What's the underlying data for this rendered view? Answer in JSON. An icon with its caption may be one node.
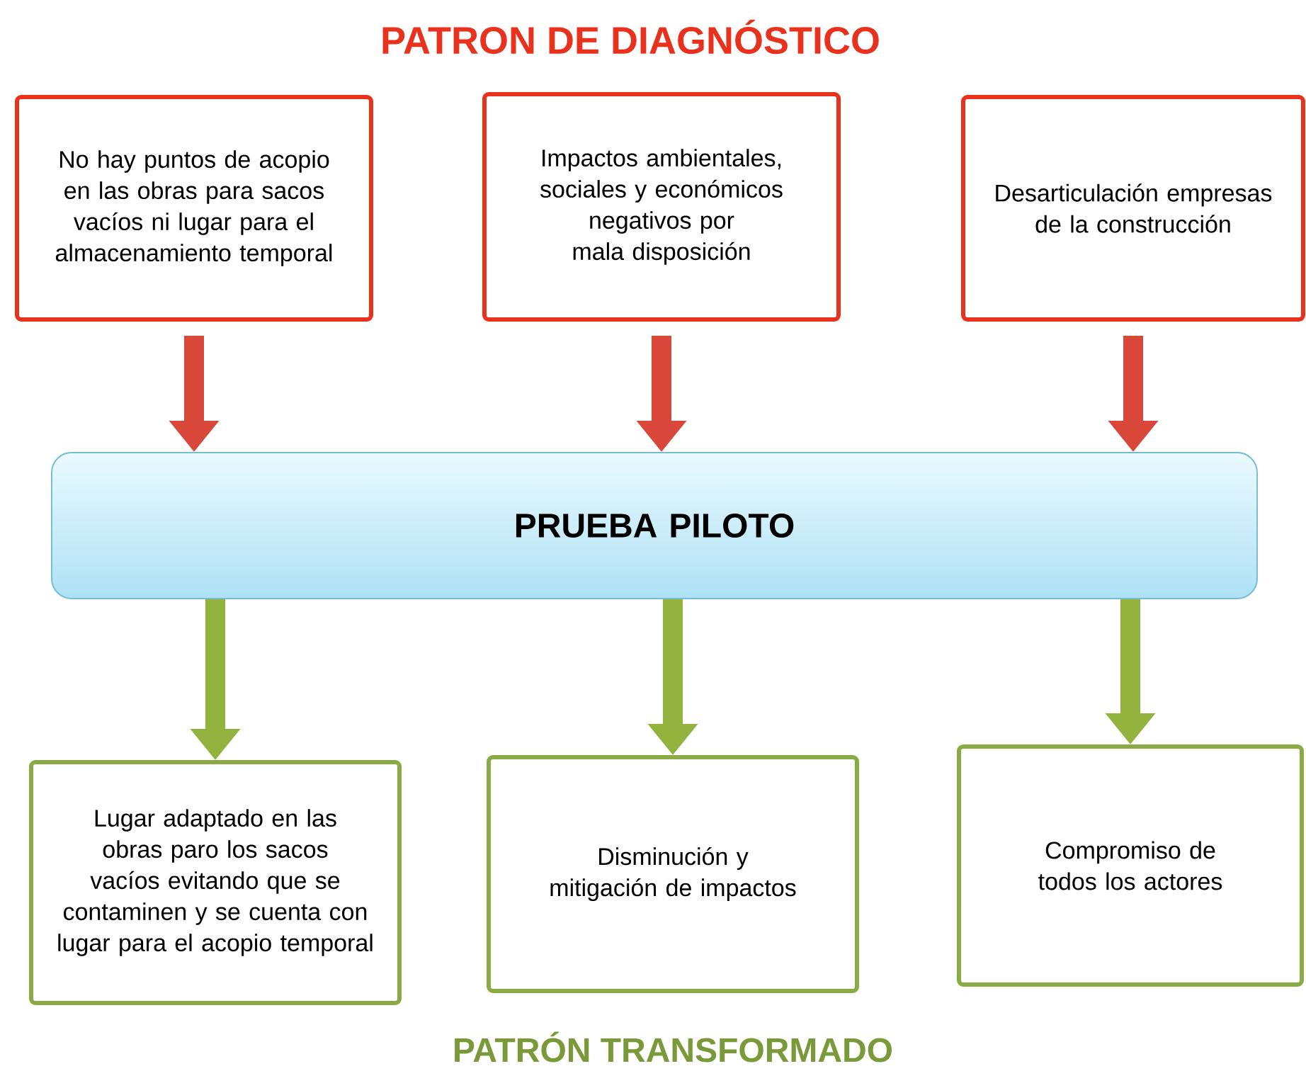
{
  "diagram": {
    "title": "PATRON DE DIAGNÓSTICO",
    "caption": "PATRÓN TRANSFORMADO",
    "nodes": [
      {
        "text": [
          "No hay puntos de acopio en las obras para sacos vacíos ni lugar para el almacenamiento temporal"
        ]
      },
      {
        "text": [
          "Impactos ambientales, sociales y económicos negativos por mala disposición"
        ]
      },
      {
        "text": [
          "Desarticulación empresas de la construcción"
        ]
      },
      {
        "text": [
          "PRUEBA PILOTO"
        ]
      },
      {
        "text": [
          "Lugar adaptado en las obras paro los sacos vacíos evitando que se contaminen y se cuenta con lugar para el acopio temporal"
        ]
      },
      {
        "text": [
          "Disminución y mitigación de impactos"
        ]
      },
      {
        "text": [
          "Compromiso de todos los actores"
        ]
      }
    ],
    "edges": [
      {
        "from": 0,
        "to": 3,
        "arrow": "to",
        "color": "#d9473a"
      },
      {
        "from": 1,
        "to": 3,
        "arrow": "to",
        "color": "#d9473a"
      },
      {
        "from": 2,
        "to": 3,
        "arrow": "to",
        "color": "#d9473a"
      },
      {
        "from": 3,
        "to": 4,
        "arrow": "to",
        "color": "#93b23e"
      },
      {
        "from": 3,
        "to": 5,
        "arrow": "to",
        "color": "#93b23e"
      },
      {
        "from": 3,
        "to": 6,
        "arrow": "to",
        "color": "#93b23e"
      }
    ]
  }
}
